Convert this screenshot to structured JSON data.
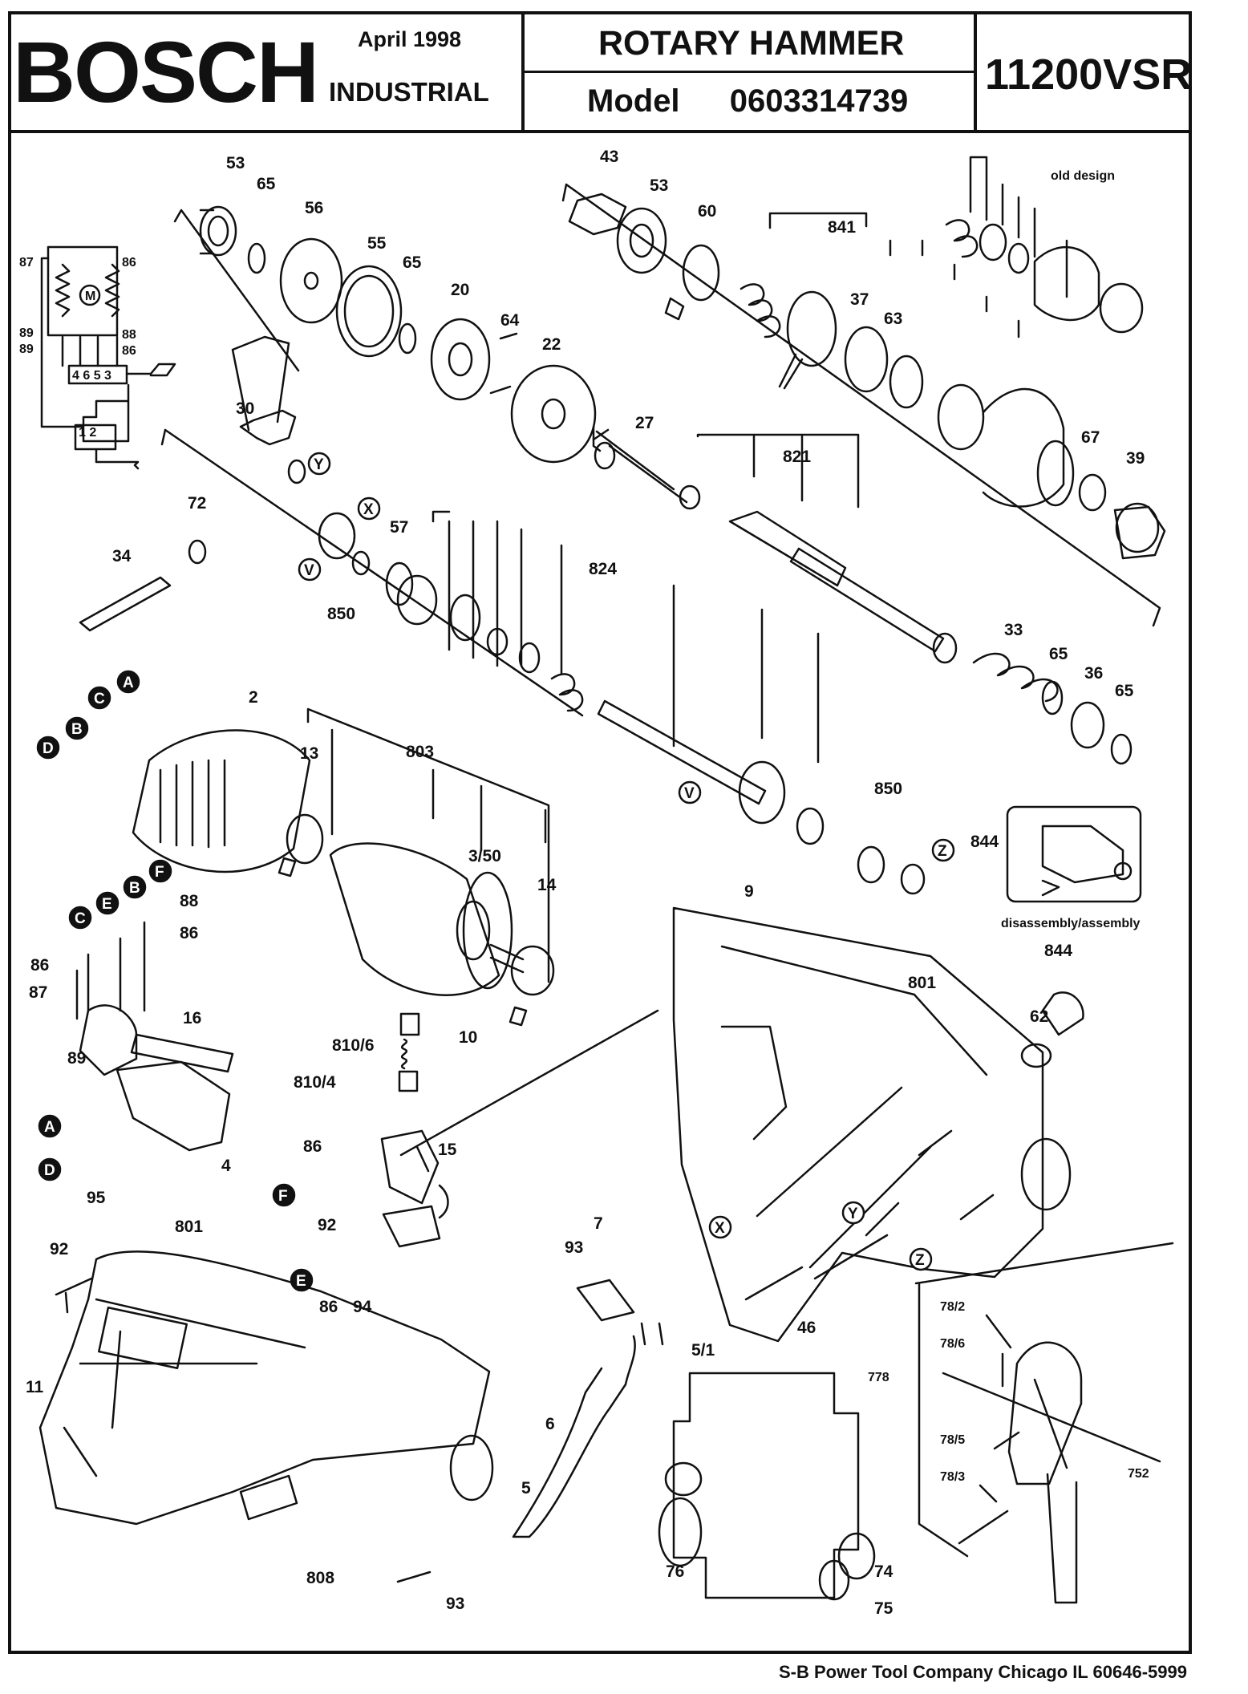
{
  "header": {
    "brand": "BOSCH",
    "date": "April  1998",
    "division": "INDUSTRIAL",
    "product": "ROTARY HAMMER",
    "model_label": "Model",
    "model_number": "0603314739",
    "product_code": "11200VSR"
  },
  "annotations": {
    "old_design": "old design",
    "disassembly": "disassembly/assembly"
  },
  "part_labels": [
    {
      "text": "53"
    },
    {
      "text": "65"
    },
    {
      "text": "56"
    },
    {
      "text": "55"
    },
    {
      "text": "65"
    },
    {
      "text": "20"
    },
    {
      "text": "64"
    },
    {
      "text": "22"
    },
    {
      "text": "43"
    },
    {
      "text": "53"
    },
    {
      "text": "60"
    },
    {
      "text": "841"
    },
    {
      "text": "37"
    },
    {
      "text": "63"
    },
    {
      "text": "67"
    },
    {
      "text": "39"
    },
    {
      "text": "27"
    },
    {
      "text": "821"
    },
    {
      "text": "30"
    },
    {
      "text": "72"
    },
    {
      "text": "34"
    },
    {
      "text": "57"
    },
    {
      "text": "850"
    },
    {
      "text": "824"
    },
    {
      "text": "33"
    },
    {
      "text": "65"
    },
    {
      "text": "36"
    },
    {
      "text": "65"
    },
    {
      "text": "2"
    },
    {
      "text": "13"
    },
    {
      "text": "803"
    },
    {
      "text": "3/50"
    },
    {
      "text": "14"
    },
    {
      "text": "850"
    },
    {
      "text": "844"
    },
    {
      "text": "9"
    },
    {
      "text": "801"
    },
    {
      "text": "844"
    },
    {
      "text": "62"
    },
    {
      "text": "88"
    },
    {
      "text": "86"
    },
    {
      "text": "86"
    },
    {
      "text": "87"
    },
    {
      "text": "16"
    },
    {
      "text": "89"
    },
    {
      "text": "4"
    },
    {
      "text": "95"
    },
    {
      "text": "810/6"
    },
    {
      "text": "10"
    },
    {
      "text": "810/4"
    },
    {
      "text": "86"
    },
    {
      "text": "15"
    },
    {
      "text": "92"
    },
    {
      "text": "86"
    },
    {
      "text": "94"
    },
    {
      "text": "7"
    },
    {
      "text": "93"
    },
    {
      "text": "46"
    },
    {
      "text": "5/1"
    },
    {
      "text": "92"
    },
    {
      "text": "801"
    },
    {
      "text": "11"
    },
    {
      "text": "6"
    },
    {
      "text": "5"
    },
    {
      "text": "808"
    },
    {
      "text": "93"
    },
    {
      "text": "76"
    },
    {
      "text": "74"
    },
    {
      "text": "75"
    },
    {
      "text": "78/2"
    },
    {
      "text": "78/6"
    },
    {
      "text": "778"
    },
    {
      "text": "78/5"
    },
    {
      "text": "78/3"
    },
    {
      "text": "752"
    },
    {
      "text": "87"
    },
    {
      "text": "86"
    },
    {
      "text": "89"
    },
    {
      "text": "89"
    },
    {
      "text": "88"
    },
    {
      "text": "86"
    }
  ],
  "ref_markers": [
    {
      "text": "A",
      "style": "filled"
    },
    {
      "text": "C",
      "style": "filled"
    },
    {
      "text": "B",
      "style": "filled"
    },
    {
      "text": "D",
      "style": "filled"
    },
    {
      "text": "C",
      "style": "filled"
    },
    {
      "text": "E",
      "style": "filled"
    },
    {
      "text": "B",
      "style": "filled"
    },
    {
      "text": "F",
      "style": "filled"
    },
    {
      "text": "A",
      "style": "filled"
    },
    {
      "text": "D",
      "style": "filled"
    },
    {
      "text": "F",
      "style": "filled"
    },
    {
      "text": "E",
      "style": "filled"
    },
    {
      "text": "Y",
      "style": "outline"
    },
    {
      "text": "X",
      "style": "outline"
    },
    {
      "text": "V",
      "style": "outline"
    },
    {
      "text": "V",
      "style": "outline"
    },
    {
      "text": "Z",
      "style": "outline"
    },
    {
      "text": "X",
      "style": "outline"
    },
    {
      "text": "Y",
      "style": "outline"
    },
    {
      "text": "Z",
      "style": "outline"
    }
  ],
  "wiring": {
    "terminals": "4  6  5  3",
    "switch": "1  2"
  },
  "footer": "S-B Power Tool Company  Chicago IL 60646-5999"
}
